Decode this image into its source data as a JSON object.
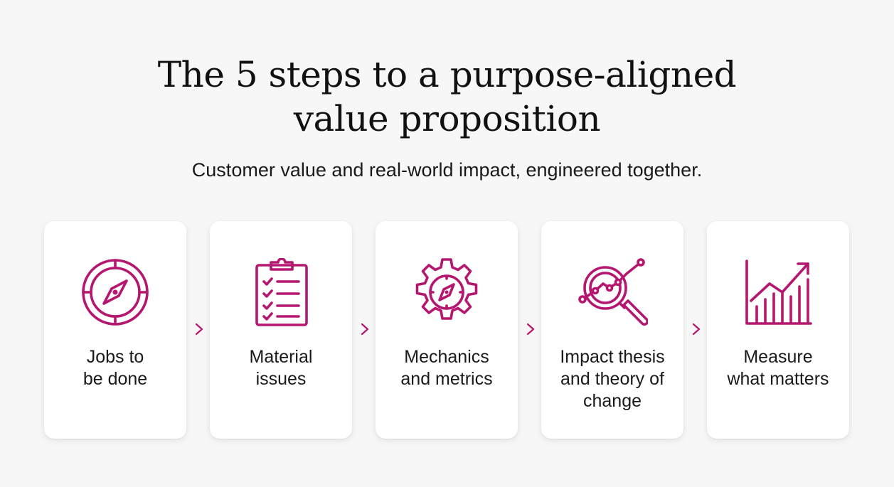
{
  "header": {
    "title_line1": "The 5 steps to a purpose-aligned",
    "title_line2": "value proposition",
    "subtitle": "Customer value and real-world impact, engineered together."
  },
  "accent_color": "#b5166f",
  "steps": [
    {
      "icon": "compass-icon",
      "label_lines": [
        "Jobs to",
        "be done"
      ]
    },
    {
      "icon": "clipboard-checklist-icon",
      "label_lines": [
        "Material",
        "issues"
      ]
    },
    {
      "icon": "gear-compass-icon",
      "label_lines": [
        "Mechanics",
        "and metrics"
      ]
    },
    {
      "icon": "magnifier-chart-icon",
      "label_lines": [
        "Impact thesis",
        "and theory of",
        "change"
      ]
    },
    {
      "icon": "growth-chart-icon",
      "label_lines": [
        "Measure",
        "what matters"
      ]
    }
  ],
  "connector_icon": "chevron-right-icon"
}
